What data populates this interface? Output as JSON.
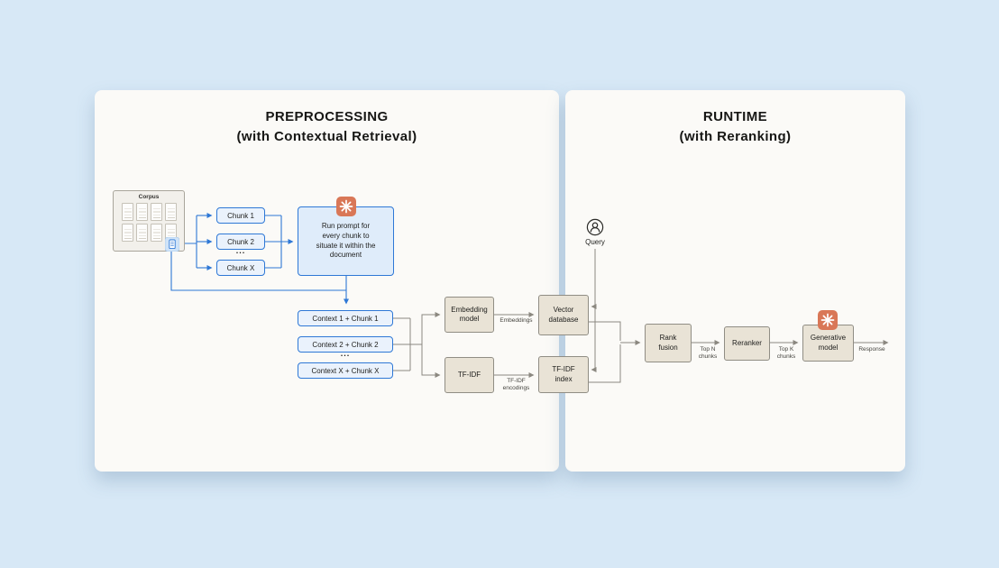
{
  "preprocessing": {
    "title": "PREPROCESSING",
    "subtitle": "(with Contextual Retrieval)",
    "corpus_label": "Corpus",
    "chunks": [
      "Chunk 1",
      "Chunk 2",
      "Chunk X"
    ],
    "chunks_ellipsis": "...",
    "run_prompt": "Run prompt for every chunk to situate it within the document",
    "contexts": [
      "Context 1 + Chunk 1",
      "Context 2 + Chunk 2",
      "Context X + Chunk X"
    ],
    "contexts_ellipsis": "...",
    "embedding_model": "Embedding model",
    "tfidf": "TF-IDF",
    "vector_database": "Vector database",
    "tfidf_index": "TF-IDF index",
    "embeddings_label": "Embeddings",
    "tfidf_encodings_label": "TF-IDF encodings"
  },
  "runtime": {
    "title": "RUNTIME",
    "subtitle": "(with Reranking)",
    "query_label": "Query",
    "rank_fusion": "Rank fusion",
    "top_n_label": "Top N chunks",
    "reranker": "Reranker",
    "top_k_label": "Top K chunks",
    "generative_model": "Generative model",
    "response_label": "Response"
  },
  "icons": {
    "spark_icon": "claude-starburst",
    "query_icon": "person-outline-circle",
    "corpus_doc_icon": "document-page"
  },
  "colors": {
    "background": "#d7e8f6",
    "panel": "#fbfaf7",
    "blue_line": "#2e78d6",
    "blue_fill": "#eaf2fc",
    "prompt_fill": "#dfecfa",
    "tan_fill": "#e9e3d6",
    "tan_border": "#908d84",
    "gray_line": "#8b8880",
    "accent_orange": "#d97757"
  }
}
